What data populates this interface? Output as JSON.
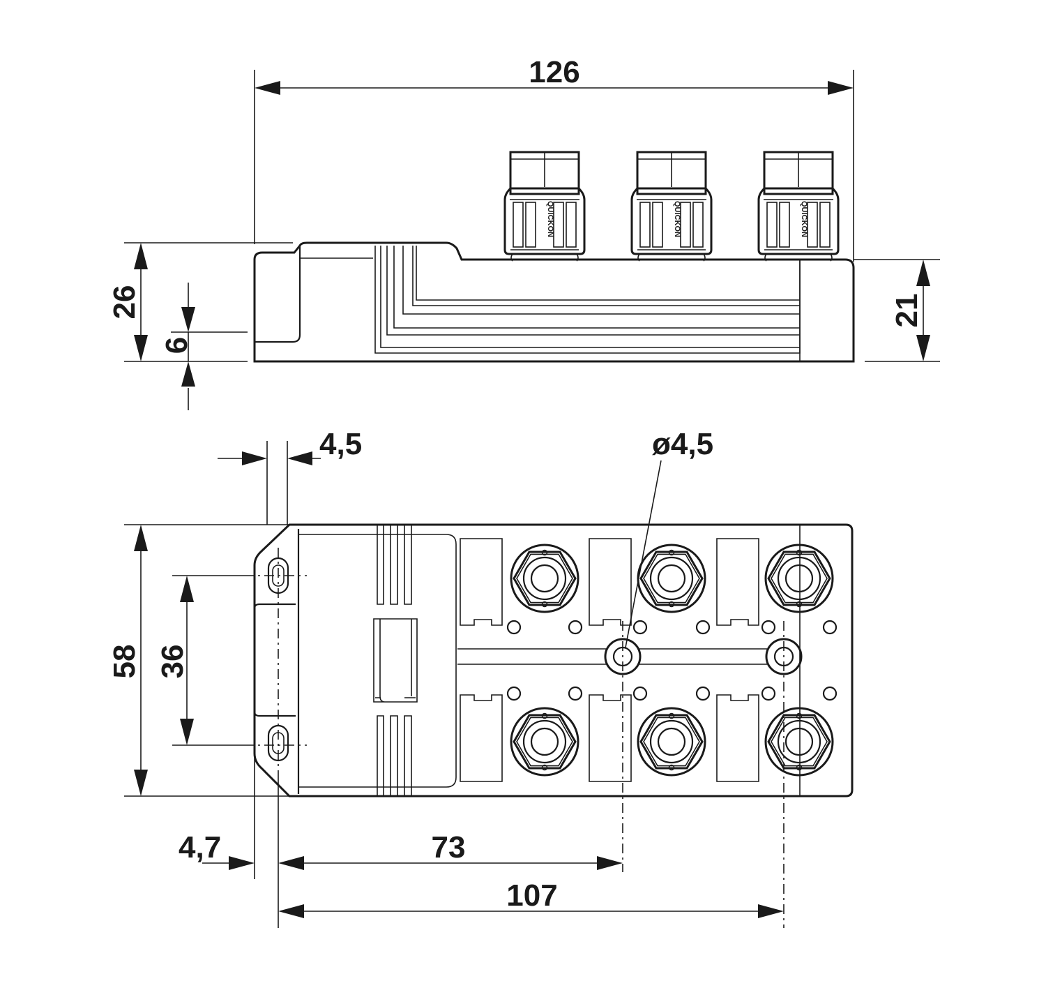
{
  "dimensions": {
    "overall_length": "126",
    "total_height": "26",
    "base_height": "6",
    "body_height": "21",
    "mount_hole_offset": "4,5",
    "hole_diameter": "ø4,5",
    "overall_width": "58",
    "hole_spacing_vertical": "36",
    "edge_offset": "4,7",
    "hole_spacing_first": "73",
    "hole_spacing_total": "107"
  },
  "connector_brand": "QUICKON",
  "colors": {
    "line": "#1a1a1a",
    "background": "#ffffff"
  }
}
